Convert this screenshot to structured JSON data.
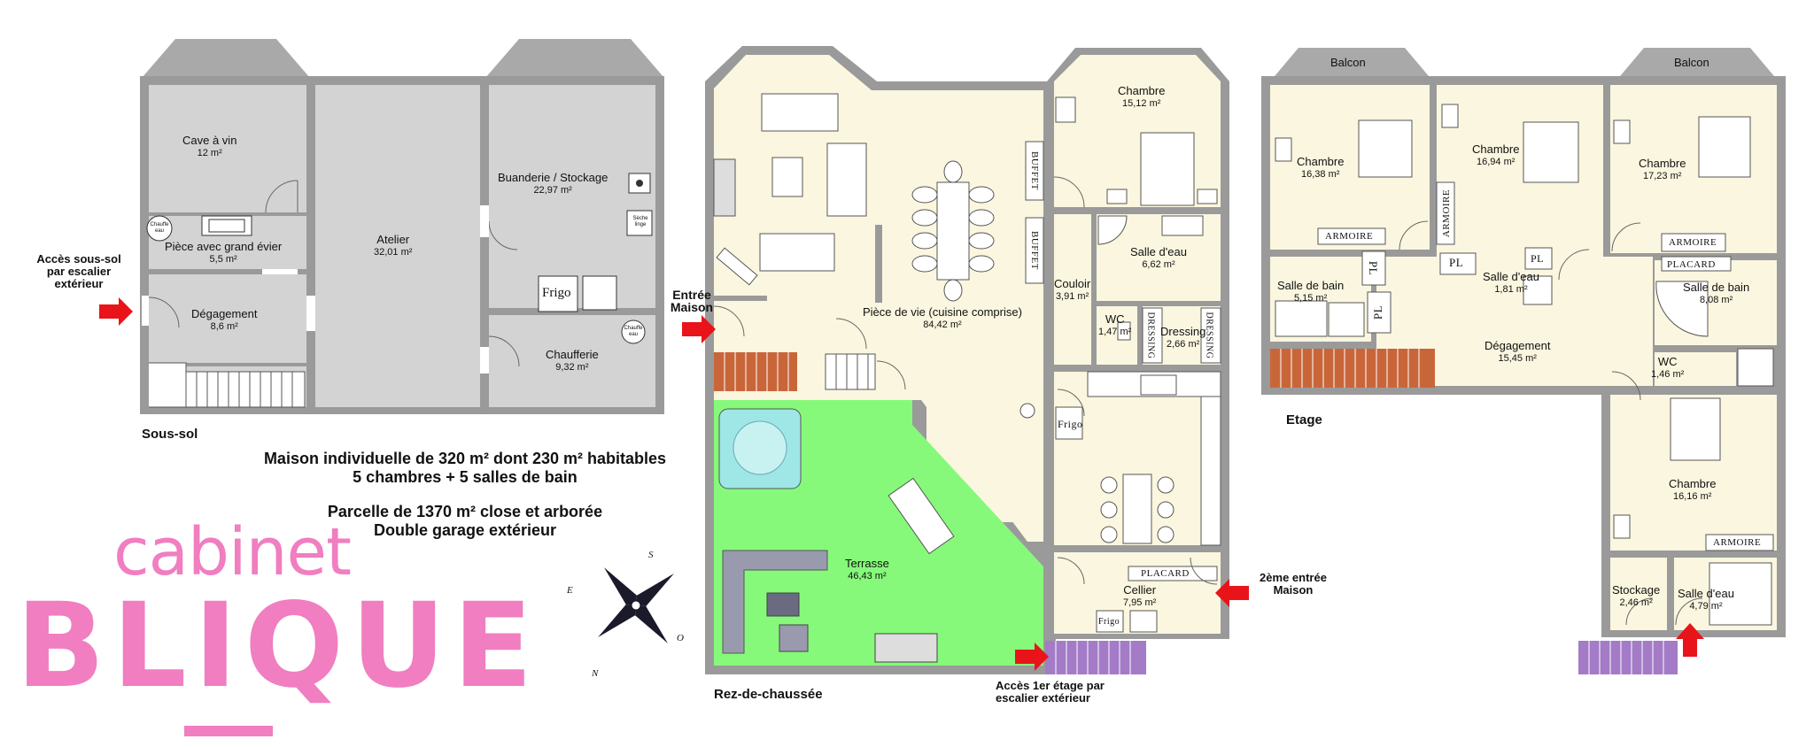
{
  "plans": {
    "basement": {
      "title": "Sous-sol",
      "rooms": [
        {
          "name": "Cave à vin",
          "area": "12 m²"
        },
        {
          "name": "Pièce avec grand évier",
          "area": "5,5 m²"
        },
        {
          "name": "Dégagement",
          "area": "8,6 m²"
        },
        {
          "name": "Atelier",
          "area": "32,01 m²"
        },
        {
          "name": "Buanderie / Stockage",
          "area": "22,97 m²"
        },
        {
          "name": "Chaufferie",
          "area": "9,32 m²"
        }
      ],
      "access_note": "Accès sous-sol par escalier extérieur",
      "fixtures": {
        "frigo": "Frigo",
        "dryer": "Sèche linge",
        "heater1": "Chauffe eau",
        "heater2": "Chauffe eau"
      }
    },
    "ground": {
      "title": "Rez-de-chaussée",
      "rooms": [
        {
          "name": "Chambre",
          "area": "15,12 m²"
        },
        {
          "name": "Salle d'eau",
          "area": "6,62 m²"
        },
        {
          "name": "Couloir",
          "area": "3,91 m²"
        },
        {
          "name": "WC",
          "area": "1,47 m²"
        },
        {
          "name": "Dressing",
          "area": "2,66 m²"
        },
        {
          "name": "Pièce de vie (cuisine comprise)",
          "area": "84,42 m²"
        },
        {
          "name": "Terrasse",
          "area": "46,43 m²"
        },
        {
          "name": "Cellier",
          "area": "7,95 m²"
        }
      ],
      "entry_note": "Entrée Maison",
      "second_entry_note": "2ème entrée Maison",
      "stairs_note": "Accès 1er étage par escalier extérieur",
      "fixtures": {
        "buffet1": "BUFFET",
        "buffet2": "BUFFET",
        "dressing1": "DRESSING",
        "dressing2": "DRESSING",
        "placard": "PLACARD",
        "frigo_kitchen": "Frigo",
        "frigo_cellier": "Frigo"
      }
    },
    "upper": {
      "title": "Etage",
      "rooms": [
        {
          "name": "Balcon",
          "area": ""
        },
        {
          "name": "Balcon",
          "area": ""
        },
        {
          "name": "Chambre",
          "area": "16,38 m²"
        },
        {
          "name": "Chambre",
          "area": "16,94 m²"
        },
        {
          "name": "Chambre",
          "area": "17,23 m²"
        },
        {
          "name": "Salle de bain",
          "area": "5,15 m²"
        },
        {
          "name": "Salle d'eau",
          "area": "1,81 m²"
        },
        {
          "name": "Salle de bain",
          "area": "8,08 m²"
        },
        {
          "name": "Dégagement",
          "area": "15,45 m²"
        },
        {
          "name": "WC",
          "area": "1,46 m²"
        },
        {
          "name": "Chambre",
          "area": "16,16 m²"
        },
        {
          "name": "Stockage",
          "area": "2,46 m²"
        },
        {
          "name": "Salle d'eau",
          "area": "4,79 m²"
        }
      ],
      "fixtures": {
        "armoire1": "ARMOIRE",
        "armoire2": "ARMOIRE",
        "armoire3": "ARMOIRE",
        "armoire4": "ARMOIRE",
        "placard": "PLACARD",
        "pl1": "PL",
        "pl2": "PL",
        "pl3": "PL",
        "pl4": "PL"
      }
    }
  },
  "summary": {
    "line1": "Maison individuelle de 320 m² dont 230 m² habitables",
    "line2": "5 chambres + 5 salles de bain",
    "line3": "Parcelle de 1370 m² close et arborée",
    "line4": "Double garage extérieur"
  },
  "compass": {
    "n": "N",
    "s": "S",
    "e": "E",
    "o": "O"
  },
  "logo": {
    "line1": "cabinet",
    "line2": "BLIQUE"
  },
  "colors": {
    "basement_floor": "#d3d3d3",
    "living_floor": "#fbf6df",
    "terrace": "#86f97a",
    "wall": "#9a9a9a",
    "stairs_wood": "#c8663a",
    "stairs_ext": "#a37bc6",
    "arrow": "#e8141a",
    "logo": "#f07ec0"
  }
}
